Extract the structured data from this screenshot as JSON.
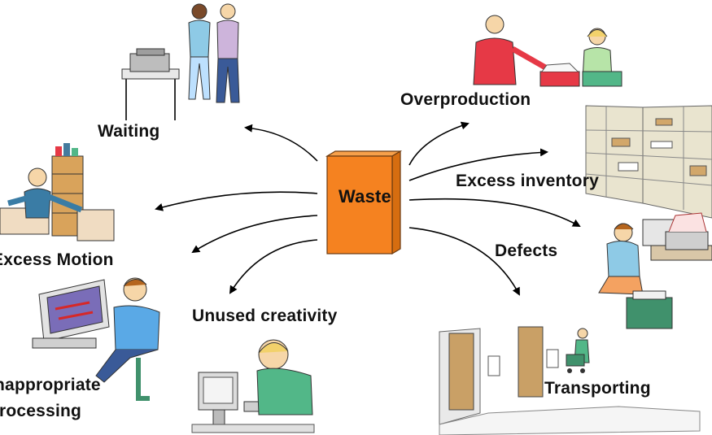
{
  "center": {
    "label": "Waste",
    "color": "#f58220"
  },
  "wastes": [
    {
      "id": "waiting",
      "label": "Waiting",
      "icon": "office-workers-at-copier-icon"
    },
    {
      "id": "overproduction",
      "label": "Overproduction",
      "icon": "workers-with-baskets-icon"
    },
    {
      "id": "excess-inventory",
      "label": "Excess inventory",
      "icon": "inventory-shelves-icon"
    },
    {
      "id": "defects",
      "label": "Defects",
      "icon": "worker-at-printer-icon"
    },
    {
      "id": "transporting",
      "label": "Transporting",
      "icon": "cart-in-hallway-icon"
    },
    {
      "id": "unused-creativity",
      "label": "Unused creativity",
      "icon": "bored-worker-at-computer-icon"
    },
    {
      "id": "inappropriate-processing",
      "label": "Inappropriate\nprocessing",
      "label_line1": "Inappropriate",
      "label_line2": "processing",
      "icon": "worker-at-monitor-icon"
    },
    {
      "id": "excess-motion",
      "label": "Excess Motion",
      "icon": "reaching-worker-icon"
    }
  ]
}
